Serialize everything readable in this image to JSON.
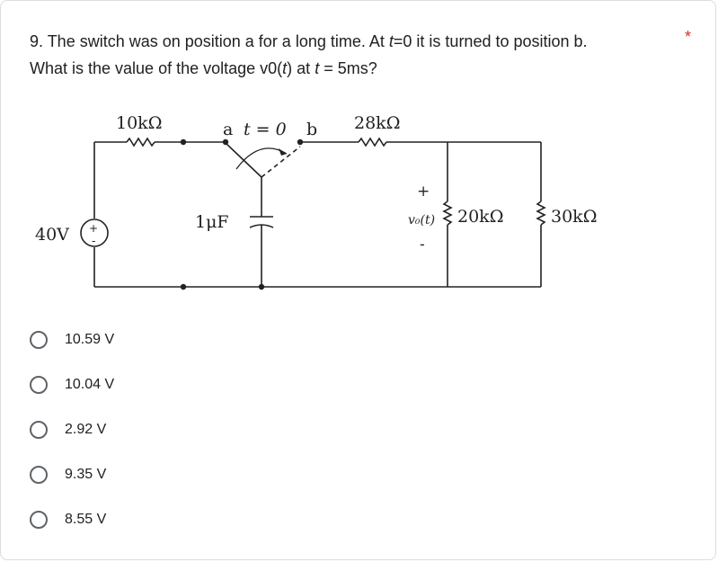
{
  "question": {
    "part1": "9. The switch was on position a for a long time. At ",
    "t1": "t",
    "part2": "=0 it is turned to position b.",
    "line2_part1": "What is the value of the voltage v0(",
    "t2": "t",
    "line2_part2": ") at ",
    "t3": "t",
    "line2_part3": " = 5ms?",
    "required_marker": "*"
  },
  "circuit": {
    "source": "40V",
    "r1": "10kΩ",
    "r2": "28kΩ",
    "r3": "20kΩ",
    "r4": "30kΩ",
    "cap": "1μF",
    "switch_a": "a",
    "switch_time": "t = 0",
    "switch_b": "b",
    "vo_label": "v₀(t)",
    "plus": "+",
    "minus": "-",
    "src_plus": "+",
    "src_minus": "-"
  },
  "options": [
    {
      "label": "10.59 V"
    },
    {
      "label": "10.04 V"
    },
    {
      "label": "2.92 V"
    },
    {
      "label": "9.35 V"
    },
    {
      "label": "8.55 V"
    }
  ],
  "colors": {
    "required": "#d93025",
    "text": "#202124",
    "radio_border": "#5f6368"
  }
}
